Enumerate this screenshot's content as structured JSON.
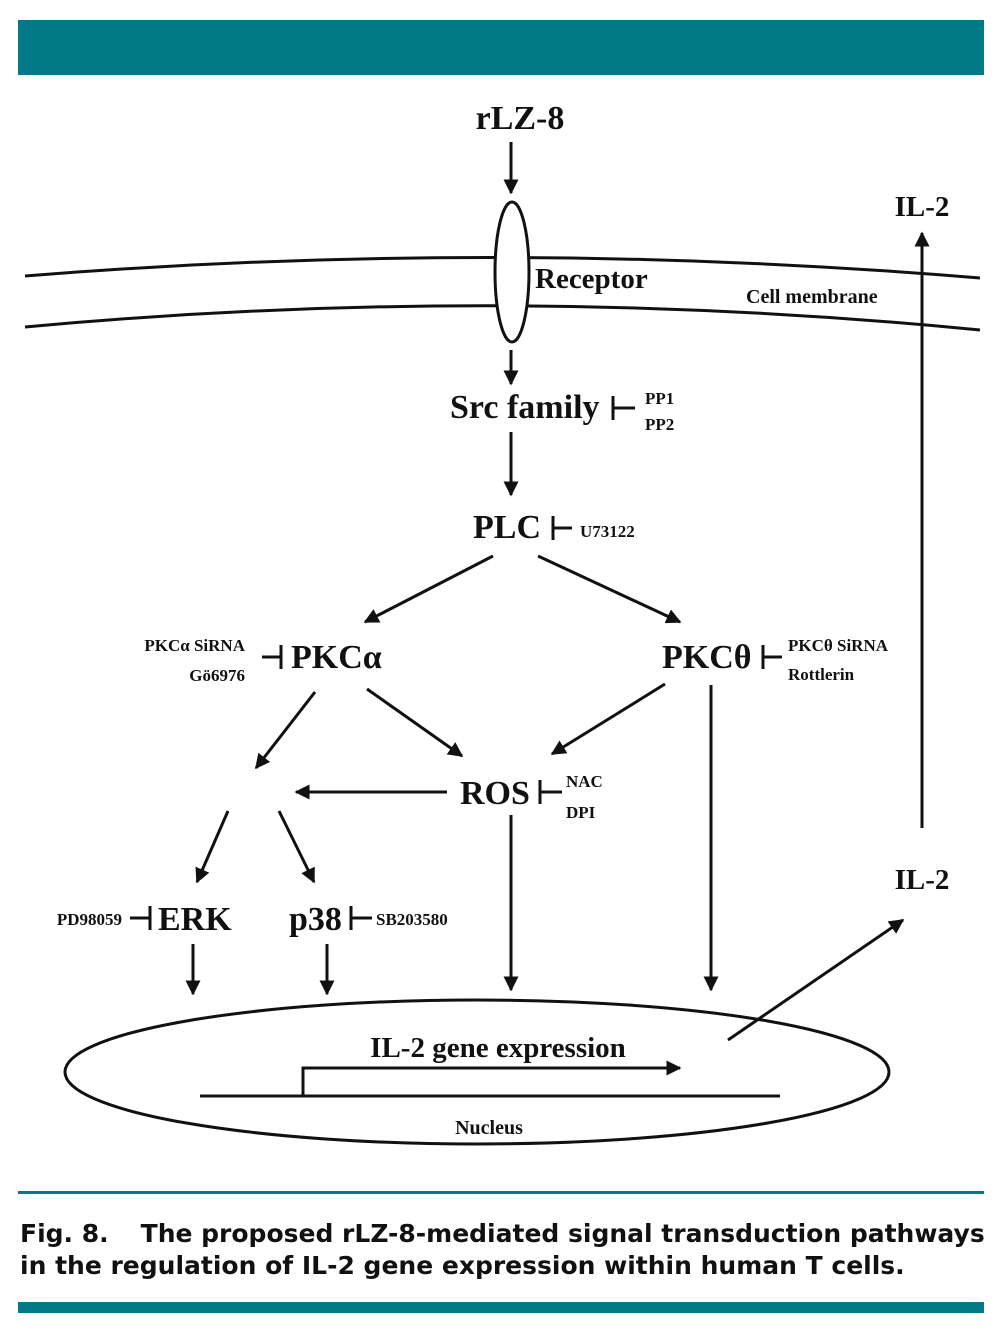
{
  "diagram": {
    "ligand": "rLZ-8",
    "receptor": "Receptor",
    "membrane": "Cell membrane",
    "il2_secreted": "IL-2",
    "il2_produced": "IL-2",
    "src": "Src family",
    "src_inhibitors": [
      "PP1",
      "PP2"
    ],
    "plc": "PLC",
    "plc_inhibitor": "U73122",
    "pkca": "PKCα",
    "pkca_inhibitors": [
      "PKCα SiRNA",
      "Gö6976"
    ],
    "pkct": "PKCθ",
    "pkct_inhibitors": [
      "PKCθ SiRNA",
      "Rottlerin"
    ],
    "ros": "ROS",
    "ros_inhibitors": [
      "NAC",
      "DPI"
    ],
    "erk": "ERK",
    "erk_inhibitor": "PD98059",
    "p38": "p38",
    "p38_inhibitor": "SB203580",
    "gene_expression": "IL-2 gene expression",
    "nucleus": "Nucleus"
  },
  "caption": {
    "label": "Fig. 8.",
    "text": "The proposed rLZ-8-mediated signal transduction pathways in the regulation of IL-2 gene expression within human T cells."
  },
  "colors": {
    "accent": "#007a87",
    "ink": "#111111"
  }
}
